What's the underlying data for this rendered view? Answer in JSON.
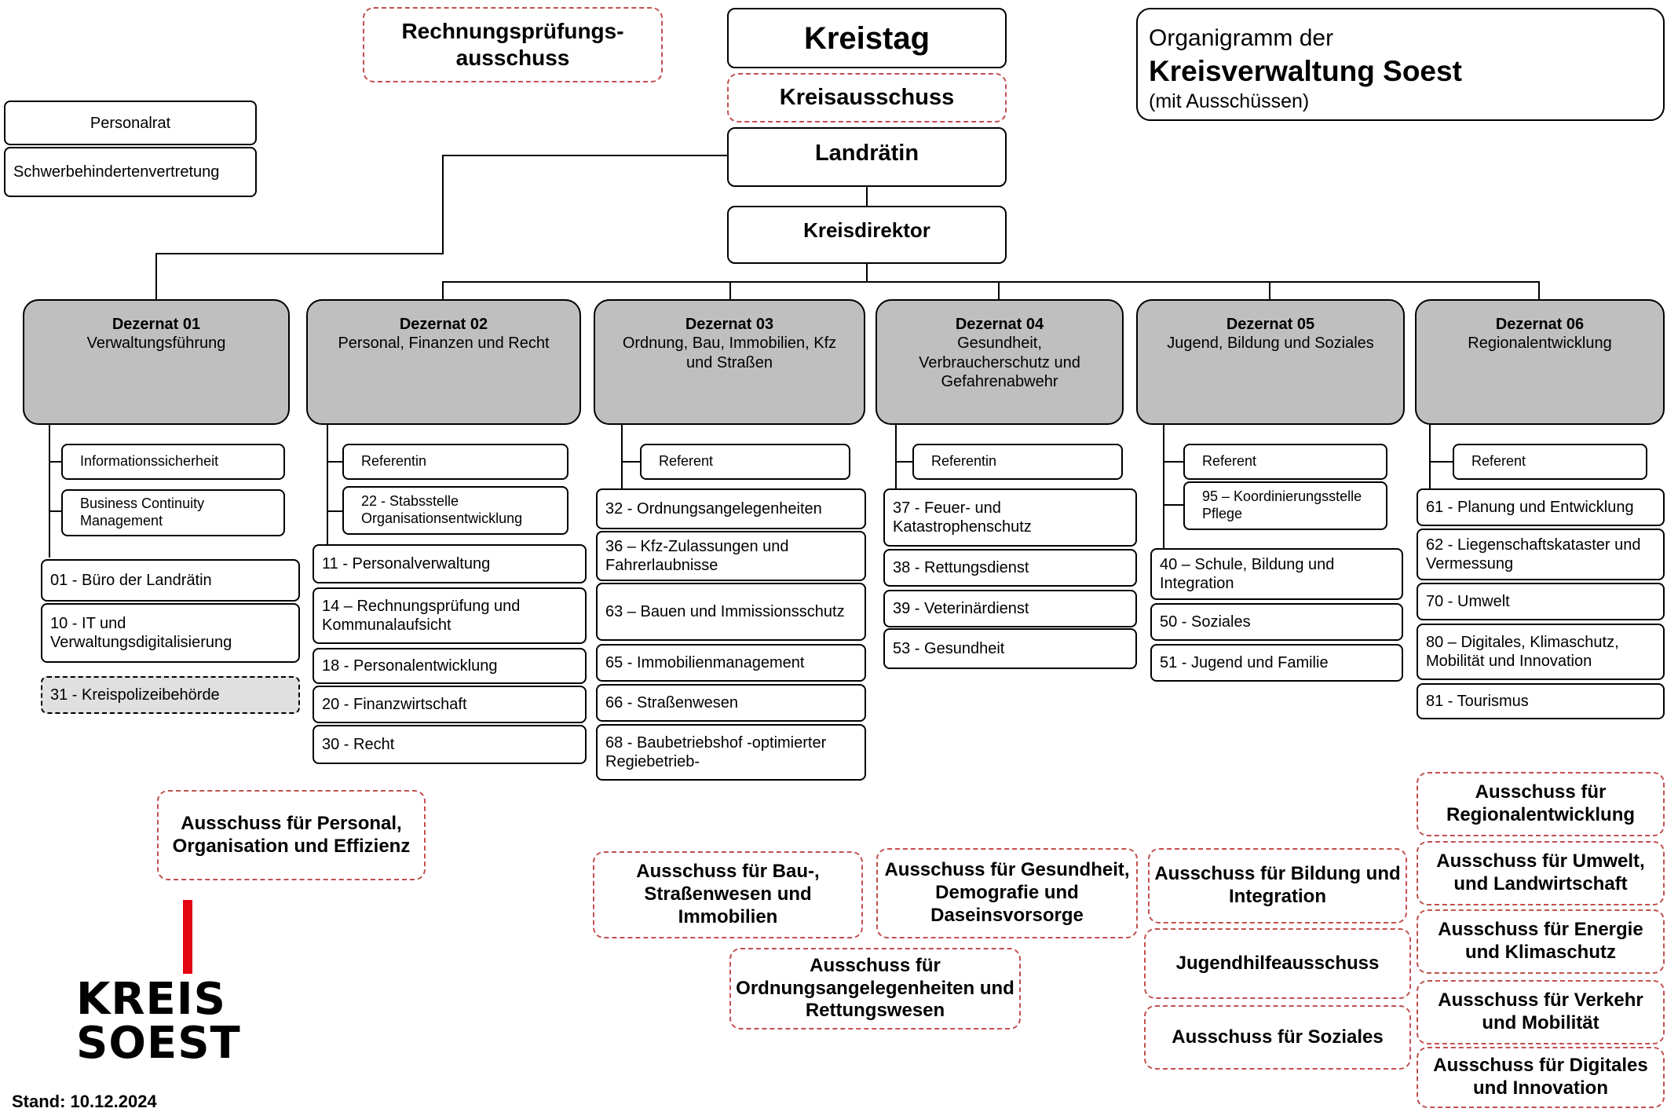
{
  "header": {
    "title_line1": "Organigramm der",
    "title_line2": "Kreisverwaltung Soest",
    "title_line3": "(mit Ausschüssen)"
  },
  "top": {
    "kreistag": "Kreistag",
    "kreisausschuss": "Kreisausschuss",
    "landraetin": "Landrätin",
    "kreisdirektor": "Kreisdirektor",
    "rechnungspruefung": "Rechnungsprüfungs-ausschuss",
    "personalrat": "Personalrat",
    "schwerbehindertenvertretung": "Schwerbehindertenvertretung"
  },
  "dezernate": [
    {
      "head": "Dezernat 01",
      "name": "Verwaltungsführung",
      "staff": [
        "Informationssicherheit",
        "Business Continuity Management"
      ],
      "units": [
        "01 - Büro der Landrätin",
        "10 - IT und Verwaltungsdigitalisierung",
        "31 - Kreispolizeibehörde"
      ]
    },
    {
      "head": "Dezernat 02",
      "name": "Personal, Finanzen und Recht",
      "staff": [
        "Referentin",
        "22 - Stabsstelle Organisationsentwicklung"
      ],
      "units": [
        "11 - Personalverwaltung",
        "14 – Rechnungsprüfung und Kommunalaufsicht",
        "18 - Personalentwicklung",
        "20 - Finanzwirtschaft",
        "30 - Recht"
      ]
    },
    {
      "head": "Dezernat 03",
      "name": "Ordnung, Bau, Immobilien, Kfz und Straßen",
      "staff": [
        "Referent"
      ],
      "units": [
        "32 - Ordnungsangelegenheiten",
        "36 – Kfz-Zulassungen und Fahrerlaubnisse",
        "63 – Bauen und Immissionsschutz",
        "65 - Immobilienmanagement",
        "66 - Straßenwesen",
        "68 - Baubetriebshof -optimierter Regiebetrieb-"
      ]
    },
    {
      "head": "Dezernat 04",
      "name": "Gesundheit, Verbraucherschutz und Gefahrenabwehr",
      "staff": [
        "Referentin"
      ],
      "units": [
        "37 - Feuer- und Katastrophenschutz",
        "38 - Rettungsdienst",
        "39 - Veterinärdienst",
        "53 - Gesundheit"
      ]
    },
    {
      "head": "Dezernat 05",
      "name": "Jugend, Bildung und Soziales",
      "staff": [
        "Referent",
        "95 – Koordinierungsstelle Pflege"
      ],
      "units": [
        "40 – Schule, Bildung und Integration",
        "50 - Soziales",
        "51 - Jugend und Familie"
      ]
    },
    {
      "head": "Dezernat 06",
      "name": "Regionalentwicklung",
      "staff": [
        "Referent"
      ],
      "units": [
        "61 - Planung und Entwicklung",
        "62 - Liegenschaftskataster und Vermessung",
        "70 - Umwelt",
        "80 – Digitales, Klimaschutz, Mobilität und Innovation",
        "81 - Tourismus"
      ]
    }
  ],
  "committees": [
    "Ausschuss für Personal, Organisation und Effizienz",
    "Ausschuss für Bau-, Straßenwesen und Immobilien",
    "Ausschuss für Ordnungsangelegenheiten und Rettungswesen",
    "Ausschuss für Gesundheit, Demografie und Daseinsvorsorge",
    "Ausschuss für Bildung und Integration",
    "Jugendhilfeausschuss",
    "Ausschuss für Soziales",
    "Ausschuss für Regionalentwicklung",
    "Ausschuss für Umwelt, und Landwirtschaft",
    "Ausschuss für Energie und Klimaschutz",
    "Ausschuss für Verkehr und Mobilität",
    "Ausschuss für Digitales und Innovation"
  ],
  "logo": {
    "line1": "KREIS",
    "line2": "SOEST"
  },
  "footer": {
    "stand": "Stand: 10.12.2024"
  },
  "colors": {
    "committee_border": "#c0504d",
    "dezernat_fill": "#bfbfbf",
    "logo_bar": "#e30613"
  }
}
